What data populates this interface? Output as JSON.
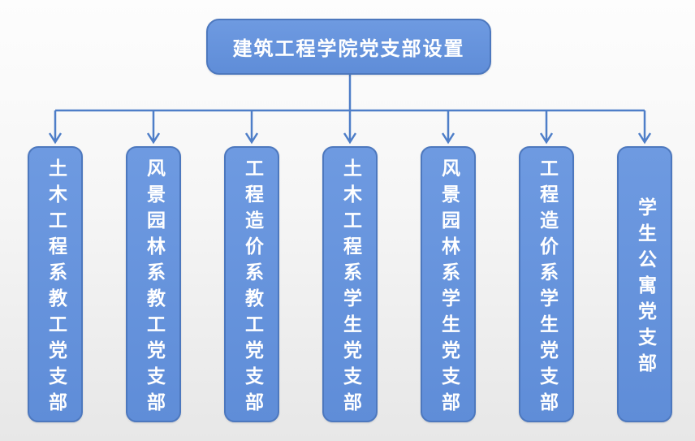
{
  "diagram": {
    "type": "org-chart",
    "title": "建筑工程学院党支部设置",
    "branches": [
      {
        "label": "土木工程系教工党支部"
      },
      {
        "label": "风景园林系教工党支部"
      },
      {
        "label": "工程造价系教工党支部"
      },
      {
        "label": "土木工程系学生党支部"
      },
      {
        "label": "风景园林系学生党支部"
      },
      {
        "label": "工程造价系学生党支部"
      },
      {
        "label": "学生公寓党支部"
      }
    ]
  },
  "colors": {
    "box_fill": "#5F8DD8",
    "box_fill_light": "#6E9AE1",
    "box_border": "#4D78BE",
    "connector": "#4E7EC8",
    "text": "#FFFFFF",
    "bg_top": "#FDFDFD",
    "bg_mid": "#F6F6F6",
    "bg_bottom": "#E7E7E7"
  }
}
